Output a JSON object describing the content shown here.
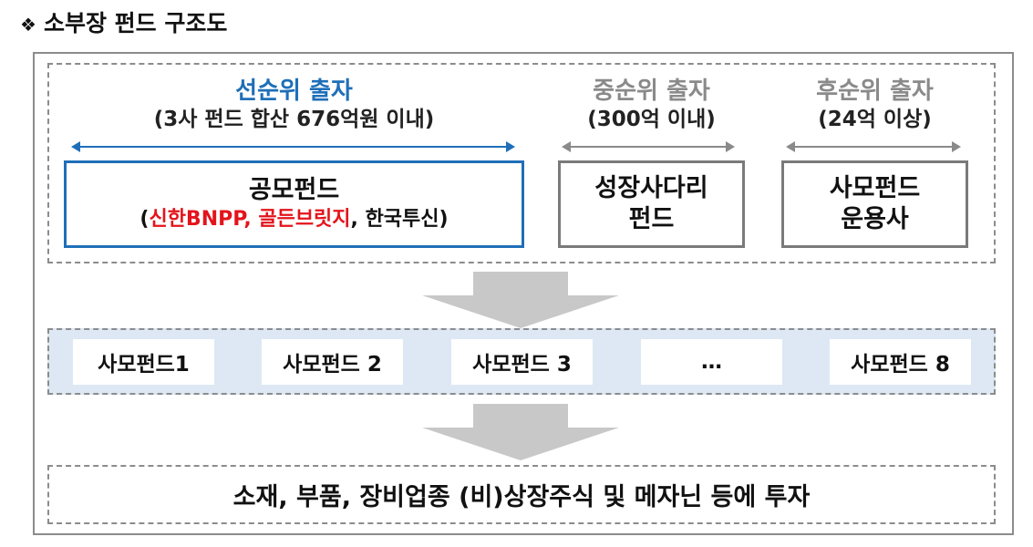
{
  "title": "소부장 펀드 구조도",
  "title_bullet": "❖",
  "tiers": {
    "senior": {
      "title": "선순위 출자",
      "subtitle": "(3사 펀드 합산 676억원 이내)"
    },
    "mezzanine": {
      "title": "중순위 출자",
      "subtitle": "(300억 이내)"
    },
    "junior": {
      "title": "후순위 출자",
      "subtitle": "(24억 이상)"
    }
  },
  "boxes": {
    "public_fund": {
      "line1": "공모펀드",
      "open": "(",
      "red_part": "신한BNPP, 골든브릿지",
      "rest": ", 한국투신)"
    },
    "growth_ladder": {
      "line1": "성장사다리",
      "line2": "펀드"
    },
    "pe_manager": {
      "line1": "사모펀드",
      "line2": "운용사"
    }
  },
  "sub_funds": [
    "사모펀드1",
    "사모펀드 2",
    "사모펀드 3",
    "…",
    "사모펀드 8"
  ],
  "investment_target": "소재, 부품, 장비업종 (비)상장주식 및 메자닌 등에 투자",
  "colors": {
    "senior_blue": "#1f6fb8",
    "highlight_red": "#e3141b",
    "muted_gray": "#8a8a8a",
    "band_blue": "#dde8f4"
  }
}
